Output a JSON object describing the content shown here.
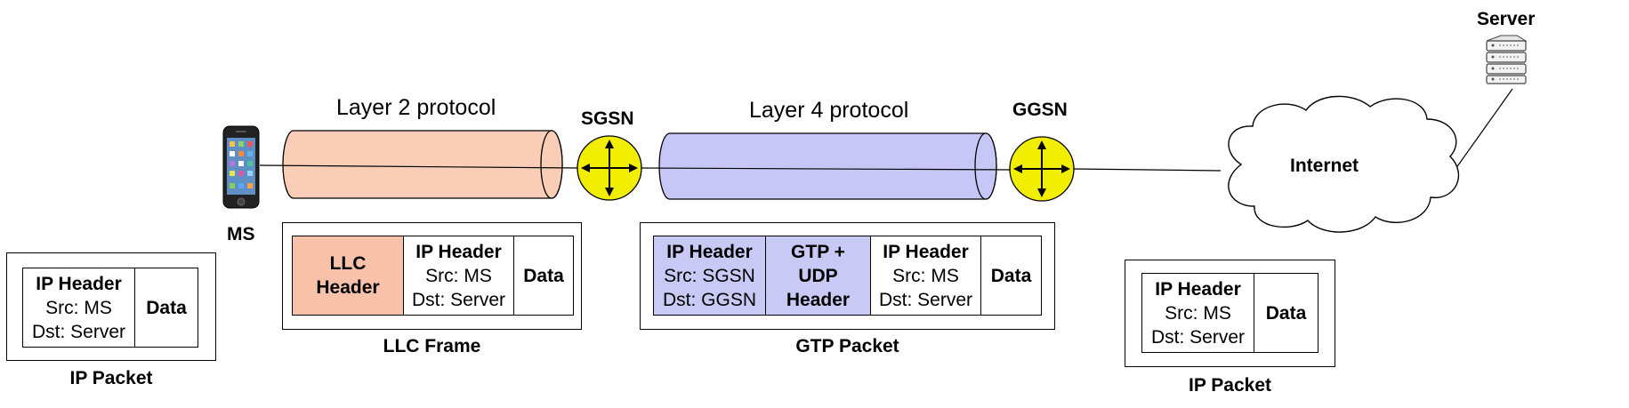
{
  "colors": {
    "layer2_tunnel": "#f9cdb6",
    "layer4_tunnel": "#c7c7f7",
    "router": "#f2ee00",
    "llc_header": "#f8c1a9",
    "gtp_cells": "#c9c9f5"
  },
  "nodes": {
    "ms": "MS",
    "sgsn": "SGSN",
    "ggsn": "GGSN",
    "internet": "Internet",
    "server": "Server"
  },
  "tunnels": {
    "layer2": "Layer 2 protocol",
    "layer4": "Layer 4 protocol"
  },
  "packets": {
    "ip_left": {
      "caption": "IP Packet",
      "header": {
        "title": "IP Header",
        "src": "Src: MS",
        "dst": "Dst: Server"
      },
      "data": "Data"
    },
    "llc_frame": {
      "caption": "LLC Frame",
      "llc": {
        "line1": "LLC",
        "line2": "Header"
      },
      "header": {
        "title": "IP Header",
        "src": "Src: MS",
        "dst": "Dst: Server"
      },
      "data": "Data"
    },
    "gtp_packet": {
      "caption": "GTP Packet",
      "outer_header": {
        "title": "IP Header",
        "src": "Src: SGSN",
        "dst": "Dst: GGSN"
      },
      "gtp": {
        "line1": "GTP +",
        "line2": "UDP",
        "line3": "Header"
      },
      "header": {
        "title": "IP Header",
        "src": "Src: MS",
        "dst": "Dst: Server"
      },
      "data": "Data"
    },
    "ip_right": {
      "caption": "IP Packet",
      "header": {
        "title": "IP Header",
        "src": "Src: MS",
        "dst": "Dst: Server"
      },
      "data": "Data"
    }
  }
}
